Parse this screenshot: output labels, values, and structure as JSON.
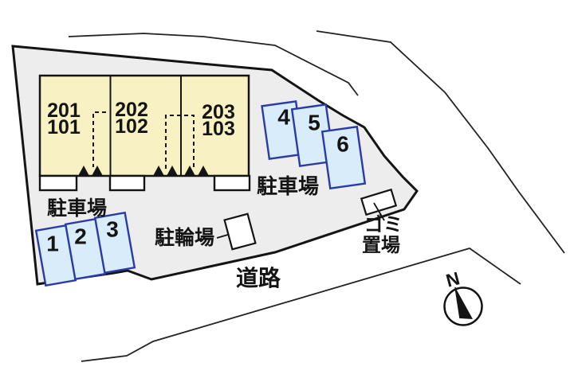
{
  "plan": {
    "type": "site-layout-diagram",
    "building": {
      "units": [
        {
          "upper": "201",
          "lower": "101"
        },
        {
          "upper": "202",
          "lower": "102"
        },
        {
          "upper": "203",
          "lower": "103"
        }
      ]
    },
    "parking_left": {
      "label": "駐車場",
      "stalls": [
        "1",
        "2",
        "3"
      ]
    },
    "parking_right": {
      "label": "駐車場",
      "stalls": [
        "4",
        "5",
        "6"
      ]
    },
    "bicycle": {
      "label": "駐輪場"
    },
    "garbage": {
      "line1": "ゴミ",
      "line2": "置場"
    },
    "road_label": "道路",
    "compass_north": "N",
    "colors": {
      "site_fill": "#ededed",
      "building_fill": "#f8f1c4",
      "stall_fill": "#d8ecf9",
      "stall_border": "#2b3aa5",
      "line": "#141414"
    }
  }
}
